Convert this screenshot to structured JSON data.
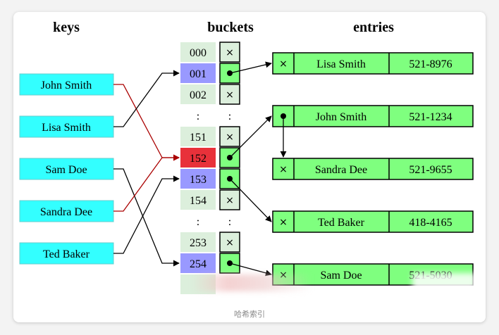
{
  "headers": {
    "keys": "keys",
    "buckets": "buckets",
    "entries": "entries"
  },
  "keys": [
    "John Smith",
    "Lisa Smith",
    "Sam Doe",
    "Sandra Dee",
    "Ted Baker"
  ],
  "buckets": {
    "group1": [
      "000",
      "001",
      "002"
    ],
    "group2": [
      "151",
      "152",
      "153",
      "154"
    ],
    "group3": [
      "253",
      "254"
    ],
    "ellipsis": ":"
  },
  "entries": [
    {
      "marker": "×",
      "name": "Lisa Smith",
      "phone": "521-8976"
    },
    {
      "marker": "•",
      "name": "John Smith",
      "phone": "521-1234"
    },
    {
      "marker": "×",
      "name": "Sandra Dee",
      "phone": "521-9655"
    },
    {
      "marker": "×",
      "name": "Ted Baker",
      "phone": "418-4165"
    },
    {
      "marker": "×",
      "name": "Sam Doe",
      "phone": "521-5030"
    }
  ],
  "empty_marker": "×",
  "caption": "哈希索引",
  "colors": {
    "key_fill": "#33ffff",
    "bucket_fill": "#dcefdc",
    "bucket_highlight": "#9999ff",
    "bucket_collision": "#e8313a",
    "pointer_fill": "#7fff7f",
    "entry_fill": "#7fff7f",
    "red_edge": "#aa0000"
  }
}
